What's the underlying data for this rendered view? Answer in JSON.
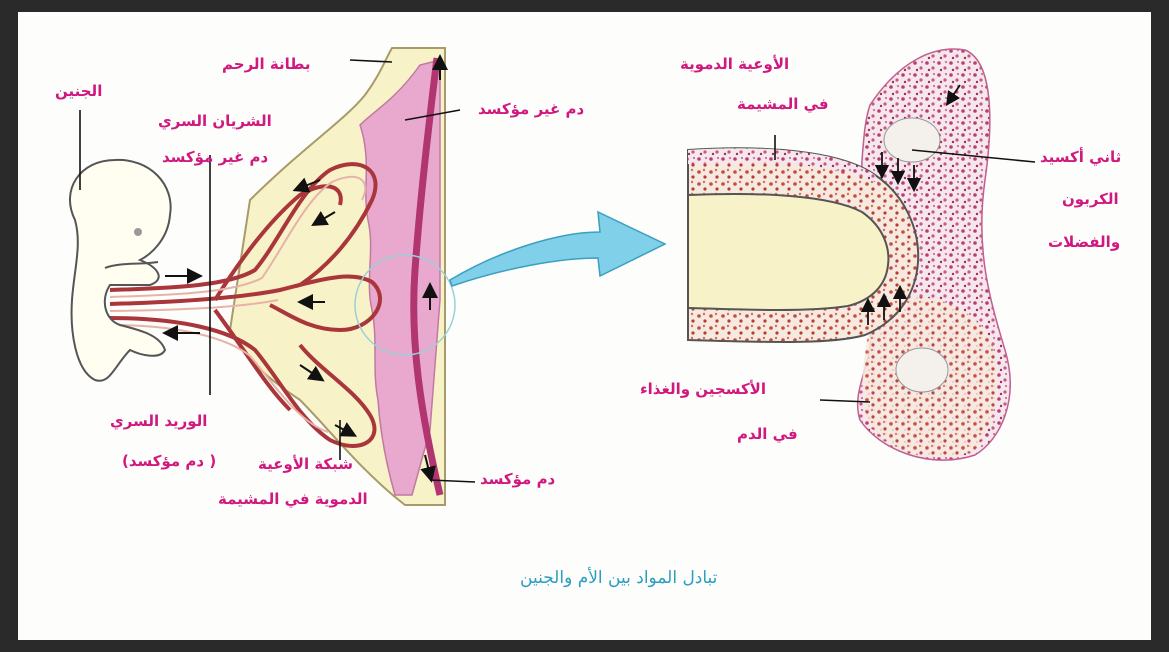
{
  "labels": {
    "embryo": "الجنين",
    "umbilical_artery": "الشريان السري",
    "deoxygenated_blood_artery": "دم غير مؤكسد",
    "uterus_lining": "بطانة الرحم",
    "deoxygenated_blood_mother": "دم غير مؤكسد",
    "umbilical_vein": "الوريد السري",
    "oxygenated_blood_vein": "( دم مؤكسد)",
    "vessel_network_line1": "شبكة الأوعية",
    "vessel_network_line2": "الدموية في المشيمة",
    "oxygenated_blood_mother": "دم مؤكسد",
    "placenta_vessels_line1": "الأوعية الدموية",
    "placenta_vessels_line2": "في المشيمة",
    "co2_line1": "ثاني أكسيد",
    "co2_line2": "الكربون",
    "co2_line3": "والفضلات",
    "oxygen_food_line1": "الأكسجين والغذاء",
    "oxygen_food_line2": "في الدم"
  },
  "caption": "تبادل المواد بين الأم والجنين",
  "colors": {
    "label": "#d0187f",
    "caption": "#2a9ec0",
    "uterus_fill": "#f8f2c8",
    "blood_pink": "#e9a9cf",
    "vessel_red": "#a9363a",
    "arrow_blue": "#7fd0e8"
  }
}
